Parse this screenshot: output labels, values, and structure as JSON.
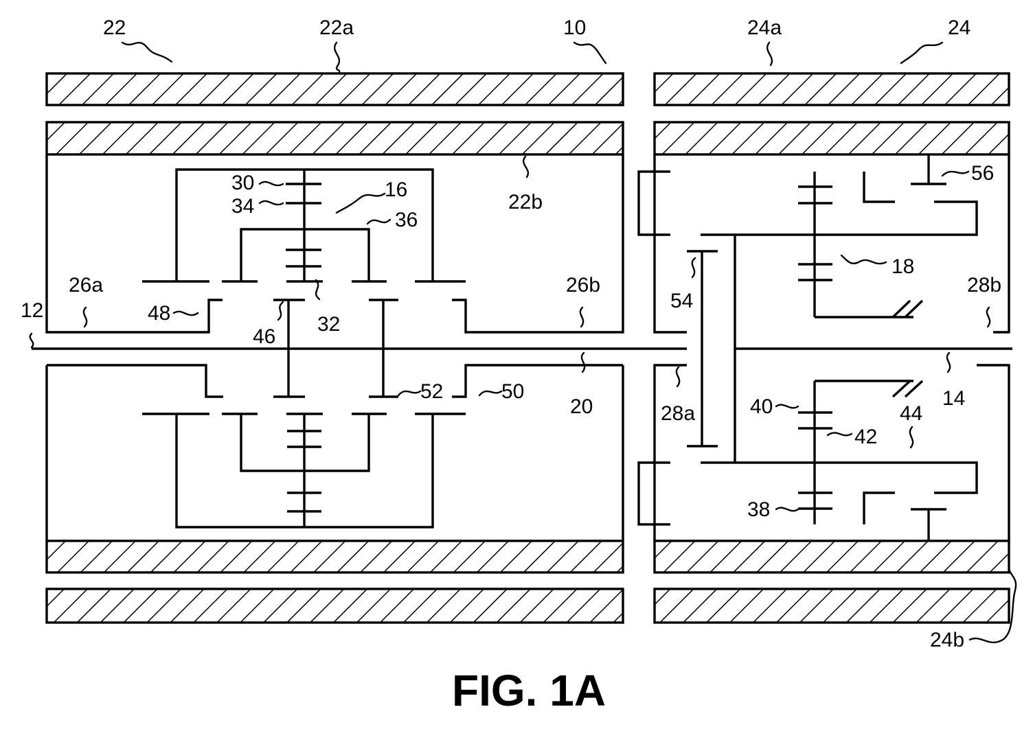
{
  "figure": {
    "caption": "FIG. 1A",
    "refs": {
      "r10": "10",
      "r12": "12",
      "r14": "14",
      "r16": "16",
      "r18": "18",
      "r20": "20",
      "r22": "22",
      "r22a": "22a",
      "r22b": "22b",
      "r24": "24",
      "r24a": "24a",
      "r24b": "24b",
      "r26a": "26a",
      "r26b": "26b",
      "r28a": "28a",
      "r28b": "28b",
      "r30": "30",
      "r32": "32",
      "r34": "34",
      "r36": "36",
      "r38": "38",
      "r40": "40",
      "r42": "42",
      "r44": "44",
      "r46": "46",
      "r48": "48",
      "r50": "50",
      "r52": "52",
      "r54": "54",
      "r56": "56"
    }
  }
}
